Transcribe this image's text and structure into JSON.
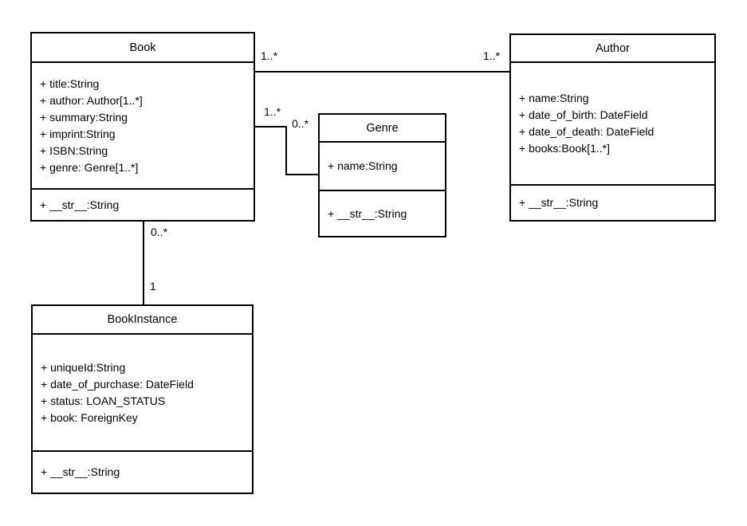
{
  "diagram": {
    "type": "uml-class-diagram",
    "colors": {
      "line": "#000000",
      "background": "#ffffff",
      "text": "#000000"
    },
    "classes": [
      {
        "name": "Book",
        "attributes": [
          "+ title:String",
          "+ author: Author[1..*]",
          "+ summary:String",
          "+ imprint:String",
          "+ ISBN:String",
          "+ genre: Genre[1..*]"
        ],
        "methods": [
          "+ __str__:String"
        ]
      },
      {
        "name": "Author",
        "attributes": [
          "+ name:String",
          "+ date_of_birth: DateField",
          "+ date_of_death: DateField",
          "+ books:Book[1..*]"
        ],
        "methods": [
          "+ __str__:String"
        ]
      },
      {
        "name": "Genre",
        "attributes": [
          "+ name:String"
        ],
        "methods": [
          "+ __str__:String"
        ]
      },
      {
        "name": "BookInstance",
        "attributes": [
          "+ uniqueId:String",
          "+ date_of_purchase: DateField",
          "+ status: LOAN_STATUS",
          "+ book: ForeignKey"
        ],
        "methods": [
          "+ __str__:String"
        ]
      }
    ],
    "relationships": [
      {
        "from": "Book",
        "to": "Author",
        "from_multiplicity": "1..*",
        "to_multiplicity": "1..*"
      },
      {
        "from": "Book",
        "to": "Genre",
        "from_multiplicity": "1..*",
        "to_multiplicity": "0..*"
      },
      {
        "from": "Book",
        "to": "BookInstance",
        "from_multiplicity": "0..*",
        "to_multiplicity": "1"
      }
    ]
  }
}
